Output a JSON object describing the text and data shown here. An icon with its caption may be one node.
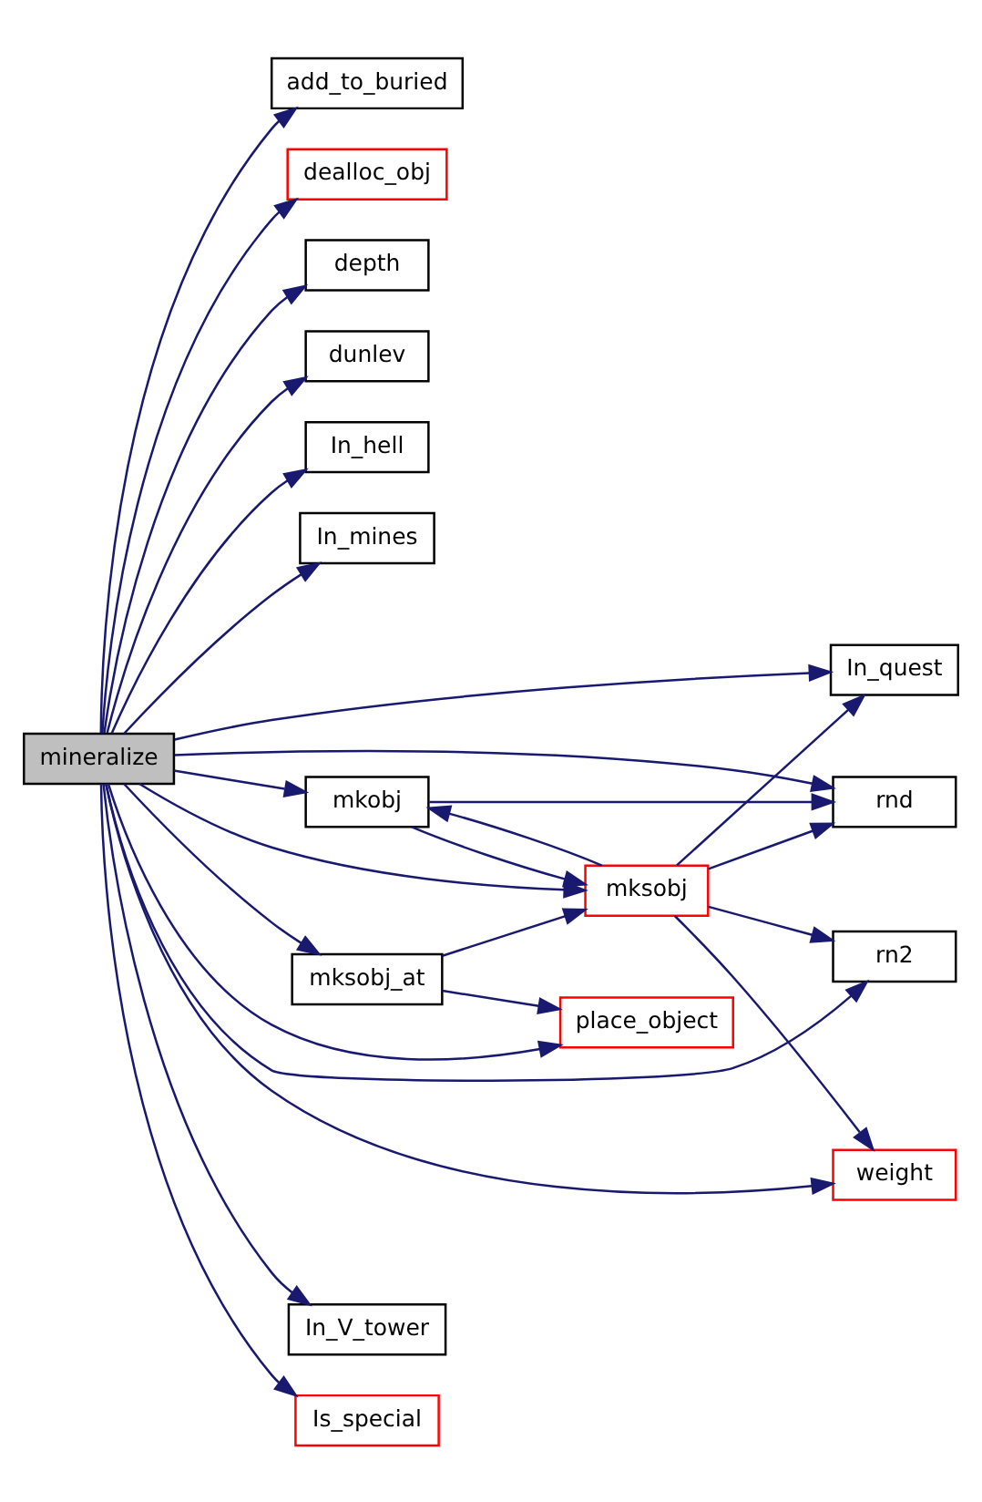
{
  "diagram": {
    "nodes": [
      {
        "text": [
          "mineralize"
        ]
      },
      {
        "text": [
          "add_to_buried"
        ]
      },
      {
        "text": [
          "dealloc_obj"
        ]
      },
      {
        "text": [
          "depth"
        ]
      },
      {
        "text": [
          "dunlev"
        ]
      },
      {
        "text": [
          "In_hell"
        ]
      },
      {
        "text": [
          "In_mines"
        ]
      },
      {
        "text": [
          "In_quest"
        ]
      },
      {
        "text": [
          "rnd"
        ]
      },
      {
        "text": [
          "mkobj"
        ]
      },
      {
        "text": [
          "mksobj"
        ]
      },
      {
        "text": [
          "rn2"
        ]
      },
      {
        "text": [
          "mksobj_at"
        ]
      },
      {
        "text": [
          "place_object"
        ]
      },
      {
        "text": [
          "weight"
        ]
      },
      {
        "text": [
          "In_V_tower"
        ]
      },
      {
        "text": [
          "Is_special"
        ]
      }
    ],
    "edges": [
      {
        "from": 0,
        "to": 1,
        "arrow": "to"
      },
      {
        "from": 0,
        "to": 2,
        "arrow": "to"
      },
      {
        "from": 0,
        "to": 3,
        "arrow": "to"
      },
      {
        "from": 0,
        "to": 4,
        "arrow": "to"
      },
      {
        "from": 0,
        "to": 5,
        "arrow": "to"
      },
      {
        "from": 0,
        "to": 6,
        "arrow": "to"
      },
      {
        "from": 0,
        "to": 7,
        "arrow": "to"
      },
      {
        "from": 0,
        "to": 8,
        "arrow": "to"
      },
      {
        "from": 0,
        "to": 9,
        "arrow": "to"
      },
      {
        "from": 0,
        "to": 10,
        "arrow": "to"
      },
      {
        "from": 0,
        "to": 12,
        "arrow": "to"
      },
      {
        "from": 0,
        "to": 13,
        "arrow": "to"
      },
      {
        "from": 0,
        "to": 11,
        "arrow": "to"
      },
      {
        "from": 0,
        "to": 14,
        "arrow": "to"
      },
      {
        "from": 0,
        "to": 15,
        "arrow": "to"
      },
      {
        "from": 0,
        "to": 16,
        "arrow": "to"
      },
      {
        "from": 9,
        "to": 8,
        "arrow": "to"
      },
      {
        "from": 9,
        "to": 10,
        "arrow": "to"
      },
      {
        "from": 10,
        "to": 9,
        "arrow": "to"
      },
      {
        "from": 10,
        "to": 7,
        "arrow": "to"
      },
      {
        "from": 10,
        "to": 8,
        "arrow": "to"
      },
      {
        "from": 10,
        "to": 11,
        "arrow": "to"
      },
      {
        "from": 10,
        "to": 14,
        "arrow": "to"
      },
      {
        "from": 12,
        "to": 10,
        "arrow": "to"
      },
      {
        "from": 12,
        "to": 13,
        "arrow": "to"
      }
    ]
  }
}
